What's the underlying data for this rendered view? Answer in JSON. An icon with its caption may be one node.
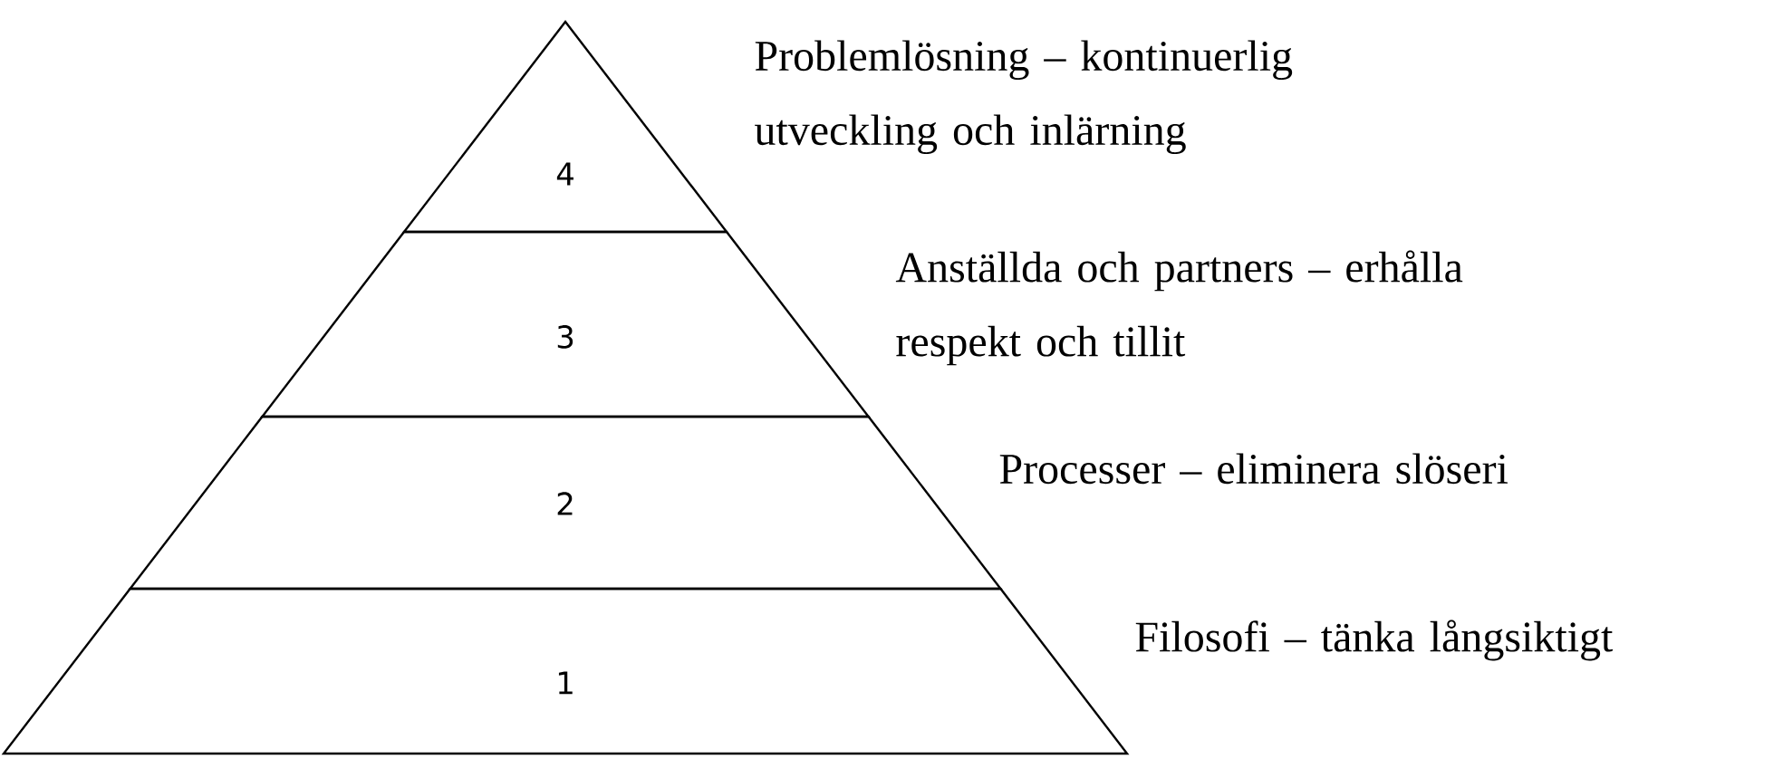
{
  "diagram": {
    "nodes": [
      {
        "text": [
          "4"
        ],
        "beside": [
          "Problemlösning – kontinuerlig utveckling och inlärning"
        ]
      },
      {
        "text": [
          "3"
        ],
        "beside": [
          "Anställda och partners – erhålla respekt och tillit"
        ]
      },
      {
        "text": [
          "2"
        ],
        "beside": [
          "Processer – eliminera slöseri"
        ]
      },
      {
        "text": [
          "1"
        ],
        "beside": [
          "Filosofi – tänka långsiktigt"
        ]
      }
    ]
  }
}
